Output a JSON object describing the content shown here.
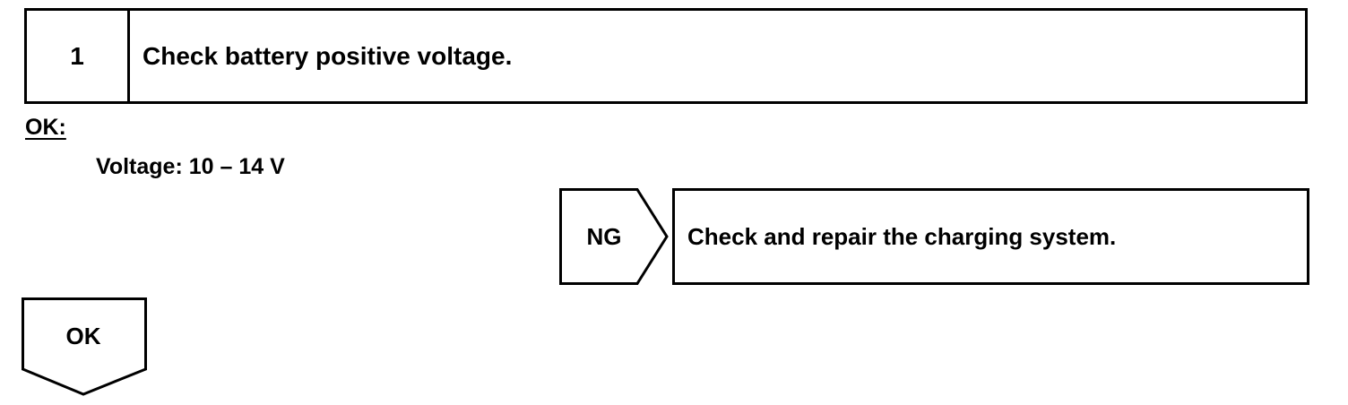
{
  "step": {
    "number": "1",
    "title": "Check battery positive voltage."
  },
  "spec": {
    "ok_label": "OK:",
    "voltage_text": "Voltage: 10 – 14 V"
  },
  "ng_branch": {
    "label": "NG",
    "action": "Check and repair the charging system."
  },
  "ok_branch": {
    "label": "OK"
  }
}
